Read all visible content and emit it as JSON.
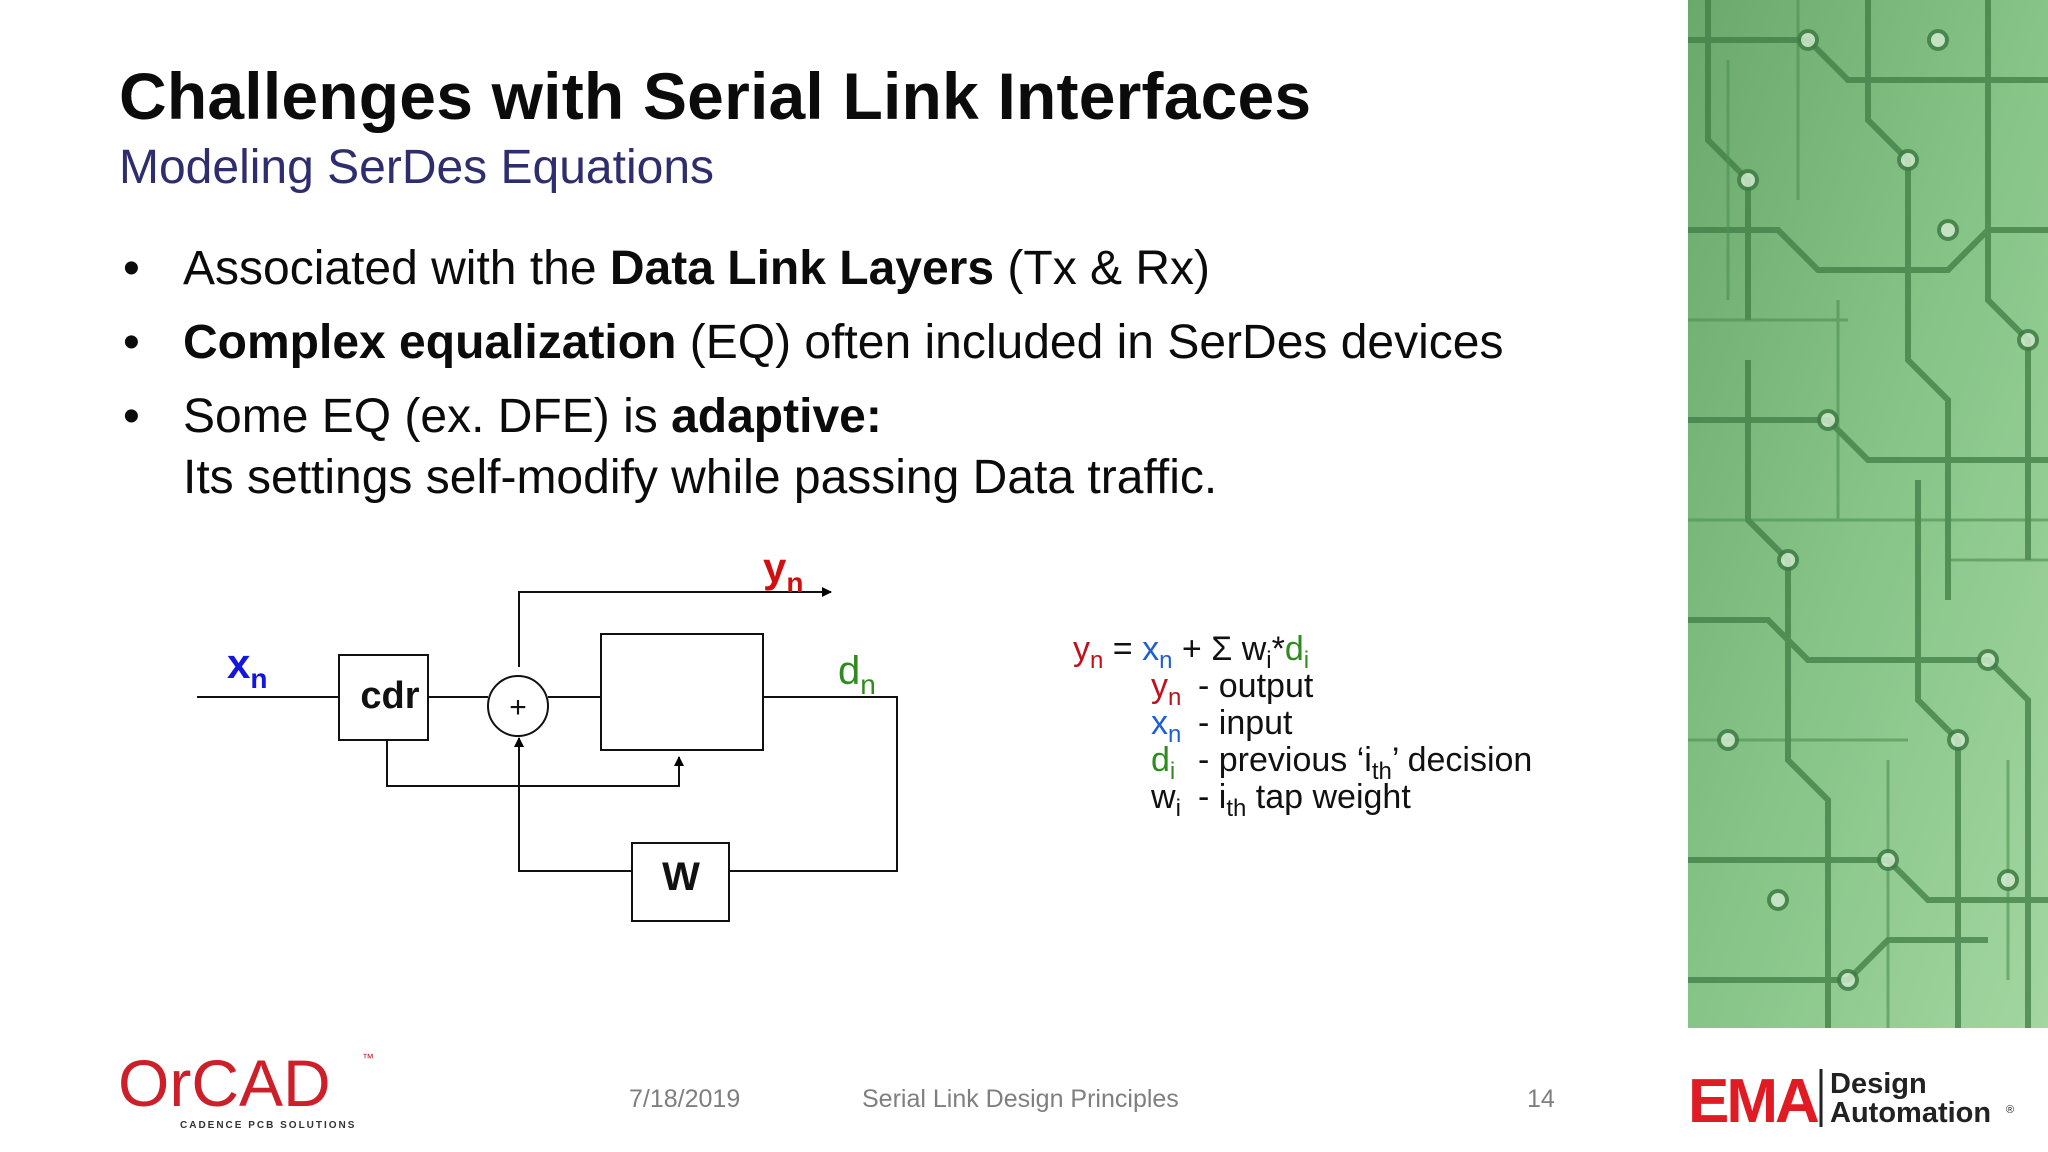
{
  "slide": {
    "title": "Challenges with Serial Link Interfaces",
    "subtitle": "Modeling SerDes Equations",
    "bullets": [
      {
        "marker": "•",
        "pre": "Associated with the ",
        "bold": "Data Link Layers",
        "post": " (Tx & Rx)"
      },
      {
        "marker": "•",
        "pre": "",
        "bold": "Complex equalization",
        "post": " (EQ) often included in SerDes devices"
      },
      {
        "marker": "•",
        "pre": "Some EQ (ex. DFE) is ",
        "bold": "adaptive:",
        "post": "",
        "line2": "Its settings self-modify while passing Data traffic."
      }
    ]
  },
  "diagram": {
    "input_label": {
      "base": "x",
      "sub": "n"
    },
    "output_label": {
      "base": "y",
      "sub": "n"
    },
    "decision_label": {
      "base": "d",
      "sub": "n"
    },
    "cdr_label": "cdr",
    "summer_label": "+",
    "weight_label": "W"
  },
  "equation": {
    "y": "y",
    "y_sub": "n",
    "eq": " = ",
    "x": "x",
    "x_sub": "n",
    "plus_sum": " + Σ ",
    "w": "w",
    "w_sub": "i",
    "times": "*",
    "d": "d",
    "d_sub": "i"
  },
  "legend": [
    {
      "sym": "y",
      "sub": "n",
      "color": "red",
      "text": "- output"
    },
    {
      "sym": "x",
      "sub": "n",
      "color": "blue",
      "text": "- input"
    },
    {
      "sym": "d",
      "sub": "i",
      "color": "green",
      "text": "- previous ‘i",
      "text_sub": "th",
      "text_post": "’ decision"
    },
    {
      "sym": "w",
      "sub": "i",
      "color": "black",
      "text": "- i",
      "text_sub": "th",
      "text_post": " tap weight"
    }
  ],
  "footer": {
    "date": "7/18/2019",
    "center": "Serial Link Design Principles",
    "page": "14"
  },
  "logos": {
    "orcad_name": "OrCAD",
    "orcad_tm": "™",
    "orcad_tagline": "CADENCE PCB SOLUTIONS",
    "ema_name": "EMA",
    "ema_line1": "Design",
    "ema_line2": "Automation",
    "ema_reg": "®"
  },
  "colors": {
    "title": "#0b0b0b",
    "subtitle": "#2e2e6e",
    "red": "#c0101c",
    "blue": "#1f5fd0",
    "green": "#2e8b1e",
    "pcb_background": "#7fbf80",
    "orcad_red": "#cc1f2a",
    "ema_red": "#e01b24"
  }
}
